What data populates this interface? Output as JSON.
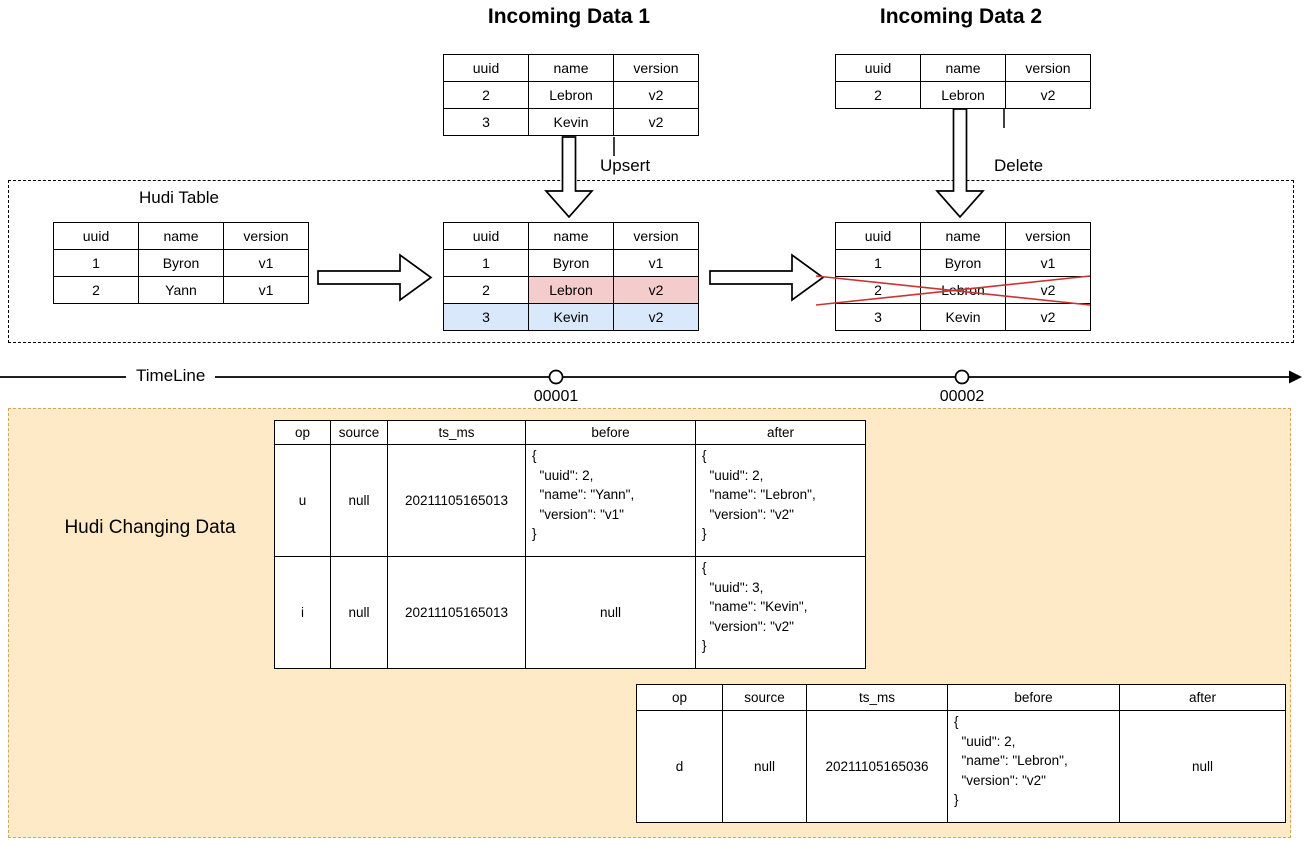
{
  "labels": {
    "incoming1_title": "Incoming Data 1",
    "incoming2_title": "Incoming Data 2",
    "hudi_table_title": "Hudi Table",
    "upsert": "Upsert",
    "delete": "Delete",
    "timeline": "TimeLine",
    "commit1": "00001",
    "commit2": "00002",
    "hudi_changing_data": "Hudi Changing Data"
  },
  "record_columns": [
    "uuid",
    "name",
    "version"
  ],
  "tables": {
    "incoming1": {
      "rows": [
        [
          "2",
          "Lebron",
          "v2"
        ],
        [
          "3",
          "Kevin",
          "v2"
        ]
      ]
    },
    "incoming2": {
      "rows": [
        [
          "2",
          "Lebron",
          "v2"
        ]
      ]
    },
    "hudi_initial": {
      "rows": [
        [
          "1",
          "Byron",
          "v1"
        ],
        [
          "2",
          "Yann",
          "v1"
        ]
      ]
    },
    "hudi_upserted": {
      "rows": [
        [
          "1",
          "Byron",
          "v1"
        ],
        [
          "2",
          "Lebron",
          "v2"
        ],
        [
          "3",
          "Kevin",
          "v2"
        ]
      ]
    },
    "hudi_deleted": {
      "rows": [
        [
          "1",
          "Byron",
          "v1"
        ],
        [
          "2",
          "Lebron",
          "v2"
        ],
        [
          "3",
          "Kevin",
          "v2"
        ]
      ]
    }
  },
  "cdc": {
    "columns": [
      "op",
      "source",
      "ts_ms",
      "before",
      "after"
    ],
    "table1": {
      "rows": [
        {
          "op": "u",
          "source": "null",
          "ts_ms": "20211105165013",
          "before": "{\n  \"uuid\": 2,\n  \"name\": \"Yann\",\n  \"version\": \"v1\"\n}",
          "after": "{\n  \"uuid\": 2,\n  \"name\": \"Lebron\",\n  \"version\": \"v2\"\n}"
        },
        {
          "op": "i",
          "source": "null",
          "ts_ms": "20211105165013",
          "before": "null",
          "after": "{\n  \"uuid\": 3,\n  \"name\": \"Kevin\",\n  \"version\": \"v2\"\n}"
        }
      ]
    },
    "table2": {
      "rows": [
        {
          "op": "d",
          "source": "null",
          "ts_ms": "20211105165036",
          "before": "{\n  \"uuid\": 2,\n  \"name\": \"Lebron\",\n  \"version\": \"v2\"\n}",
          "after": "null"
        }
      ]
    }
  },
  "colors": {
    "updated_cell_fill": "#f4cccc",
    "updated_cell_border": "#b85450",
    "inserted_row_fill": "#dae8fc",
    "inserted_row_border": "#6c8ebf",
    "deleted_cross": "#cc3333",
    "changing_data_box_fill": "#ffeac8",
    "changing_data_box_border": "#d2a85c"
  }
}
